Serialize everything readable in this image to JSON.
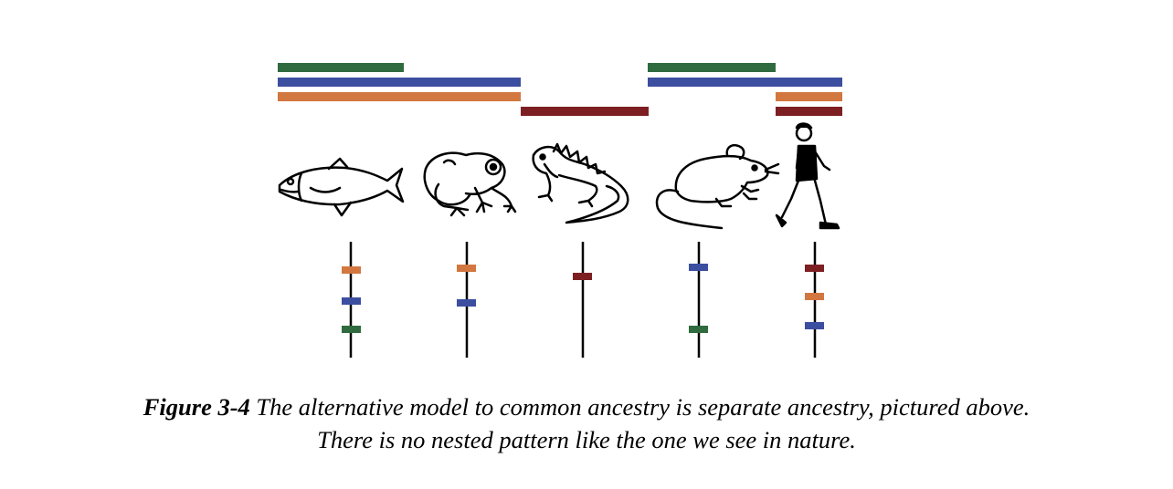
{
  "colors": {
    "green": "#2f6b3e",
    "blue": "#3c4ea0",
    "orange": "#d2773f",
    "darkred": "#7d1f22",
    "line": "#000000"
  },
  "organisms": [
    {
      "name": "fish",
      "icon": "fish-icon",
      "marks": [
        "orange",
        "blue",
        "green"
      ]
    },
    {
      "name": "frog",
      "icon": "frog-icon",
      "marks": [
        "orange",
        "blue"
      ]
    },
    {
      "name": "iguana",
      "icon": "iguana-icon",
      "marks": [
        "darkred"
      ]
    },
    {
      "name": "mouse",
      "icon": "mouse-icon",
      "marks": [
        "blue",
        "green"
      ]
    },
    {
      "name": "human",
      "icon": "human-icon",
      "marks": [
        "darkred",
        "orange",
        "blue"
      ]
    }
  ],
  "caption": {
    "label": "Figure 3-4",
    "line1": " The alternative model to common ancestry is separate ancestry, pictured above.",
    "line2": "There is no nested pattern like the one we see in nature."
  }
}
